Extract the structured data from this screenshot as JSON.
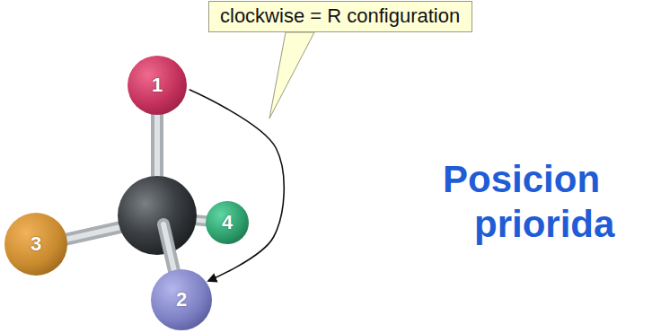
{
  "diagram": {
    "nodes": [
      {
        "text": [
          "clockwise = R configuration"
        ]
      },
      {
        "text": [
          "1"
        ]
      },
      {
        "text": [
          "3"
        ]
      },
      {
        "text": [
          "4"
        ]
      },
      {
        "text": [
          "2"
        ]
      }
    ],
    "edges": [
      {
        "from": 1,
        "to": 4,
        "arrow": "to"
      }
    ],
    "labels": [
      "Posicion",
      "priorida"
    ]
  }
}
